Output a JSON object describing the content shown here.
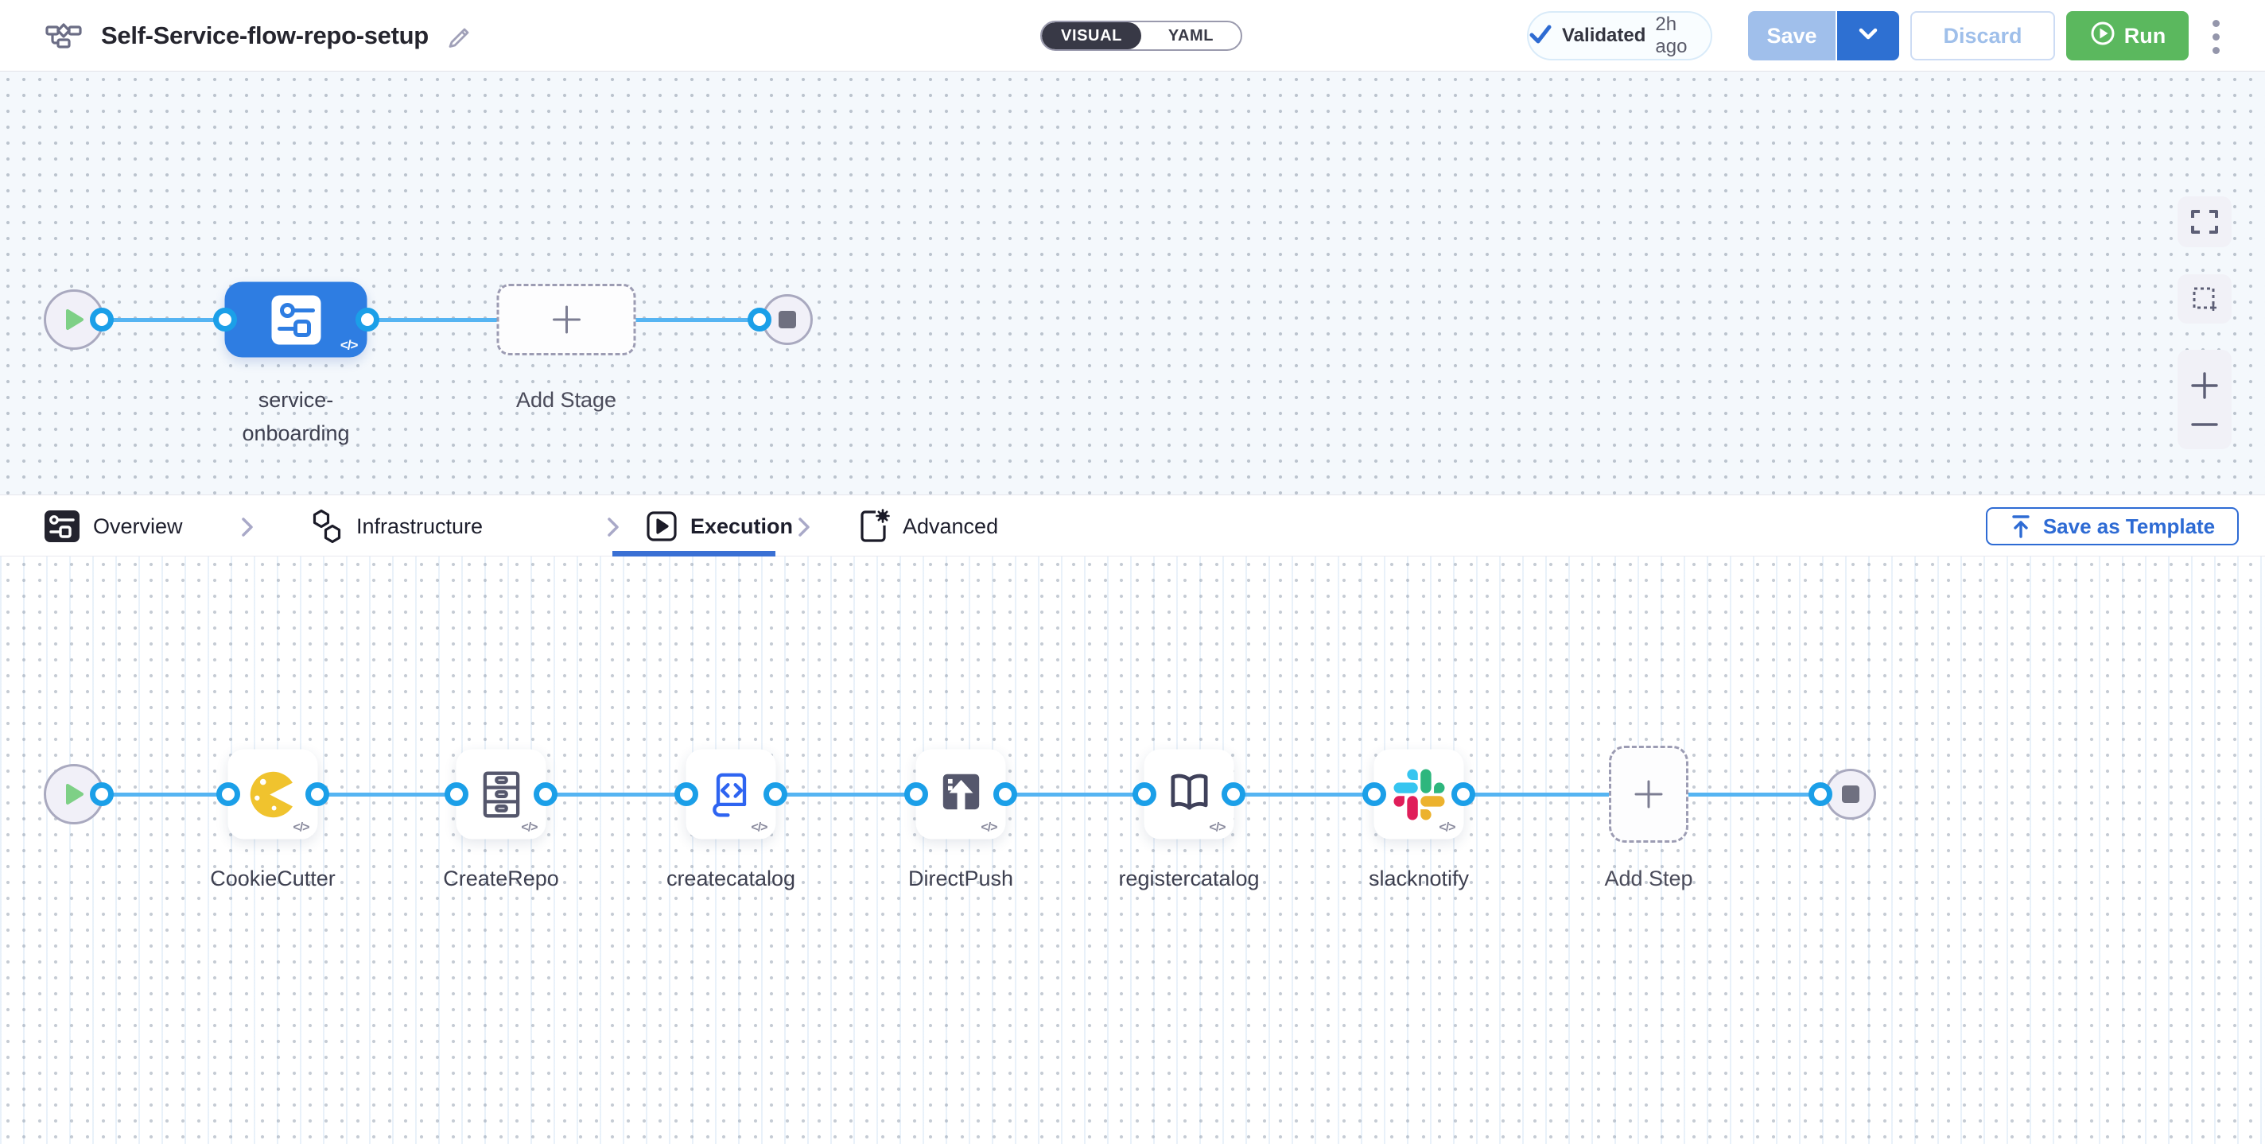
{
  "header": {
    "title": "Self-Service-flow-repo-setup",
    "mode_toggle": {
      "visual": "VISUAL",
      "yaml": "YAML",
      "selected": "VISUAL"
    },
    "validation_badge": {
      "label": "Validated",
      "time": "2h ago"
    },
    "buttons": {
      "save": "Save",
      "discard": "Discard",
      "run": "Run"
    }
  },
  "stage_canvas": {
    "stage_label_line1": "service-",
    "stage_label_line2": "onboarding",
    "add_stage_label": "Add Stage"
  },
  "tab_bar": {
    "tabs": [
      {
        "label": "Overview",
        "icon": "stage-overview-icon",
        "active": false
      },
      {
        "label": "Infrastructure",
        "icon": "hexagons-icon",
        "active": false
      },
      {
        "label": "Execution",
        "icon": "play-square-icon",
        "active": true
      },
      {
        "label": "Advanced",
        "icon": "clipboard-gear-icon",
        "active": false
      }
    ],
    "save_as_template": "Save as Template"
  },
  "execution_canvas": {
    "steps": [
      {
        "name": "CookieCutter",
        "icon": "cookiecutter-icon"
      },
      {
        "name": "CreateRepo",
        "icon": "drawers-icon"
      },
      {
        "name": "createcatalog",
        "icon": "code-document-icon"
      },
      {
        "name": "DirectPush",
        "icon": "push-upload-icon"
      },
      {
        "name": "registercatalog",
        "icon": "open-book-icon"
      },
      {
        "name": "slacknotify",
        "icon": "slack-icon"
      }
    ],
    "add_step_label": "Add Step"
  },
  "code_badge": "</>",
  "colors": {
    "primary_blue": "#2e70d2",
    "stage_blue": "#2e7de2",
    "connector_blue": "#55b4f2",
    "port_blue": "#1b9fe8",
    "run_green": "#5bb85e",
    "save_disabled_blue": "#a0bfeb",
    "active_tab_underline": "#3a70d4",
    "cookie_yellow": "#f0c32e",
    "slack_blue": "#36C5F0",
    "slack_green": "#2EB67D",
    "slack_red": "#E01E5A",
    "slack_yellow": "#ECB22E"
  }
}
